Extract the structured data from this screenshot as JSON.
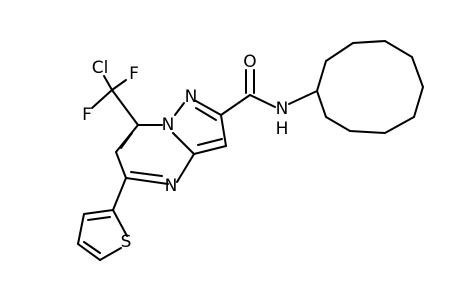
{
  "molecule": {
    "atoms": {
      "cl": "Cl",
      "f_top": "F",
      "f_left": "F",
      "n_bridge": "N",
      "n_pyrazole": "N",
      "n_pyrimidine": "N",
      "o_carbonyl": "O",
      "nh_amide": "N",
      "h_amide": "H",
      "s_thiophene": "S"
    }
  },
  "colors": {
    "bond": "#000000",
    "label": "#000000",
    "background": "#ffffff"
  }
}
